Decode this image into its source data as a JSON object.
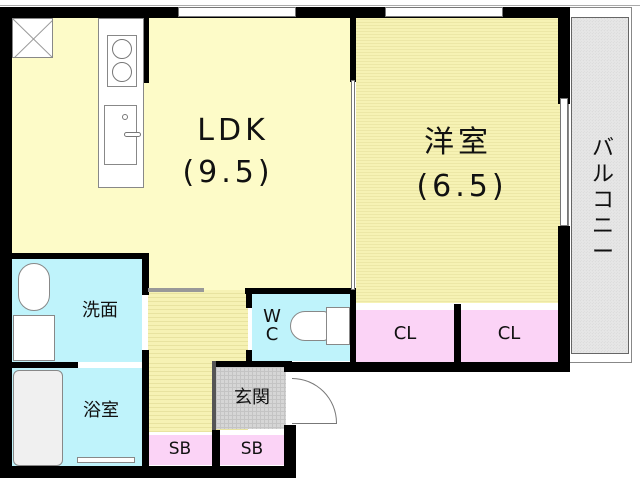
{
  "floorplan": {
    "rooms": {
      "ldk": {
        "name": "LDK",
        "size": "(9.5)"
      },
      "western_room": {
        "name": "洋室",
        "size": "(6.5)"
      },
      "balcony": {
        "name": "バルコニー"
      },
      "washroom": {
        "name": "洗面"
      },
      "bathroom": {
        "name": "浴室"
      },
      "toilet": {
        "name_line1": "W",
        "name_line2": "C"
      },
      "entrance": {
        "name": "玄関"
      },
      "closet_1": {
        "name": "CL"
      },
      "closet_2": {
        "name": "CL"
      },
      "shoebox_1": {
        "name": "SB"
      },
      "shoebox_2": {
        "name": "SB"
      }
    },
    "colors": {
      "wall": "#000000",
      "ldk_floor": "#fdfbc8",
      "western_floor": "#f6f2b4",
      "wet_area": "#bff3fb",
      "storage": "#fbd3f6",
      "entrance": "#d6d6d6",
      "balcony": "#e6e6e6"
    }
  }
}
